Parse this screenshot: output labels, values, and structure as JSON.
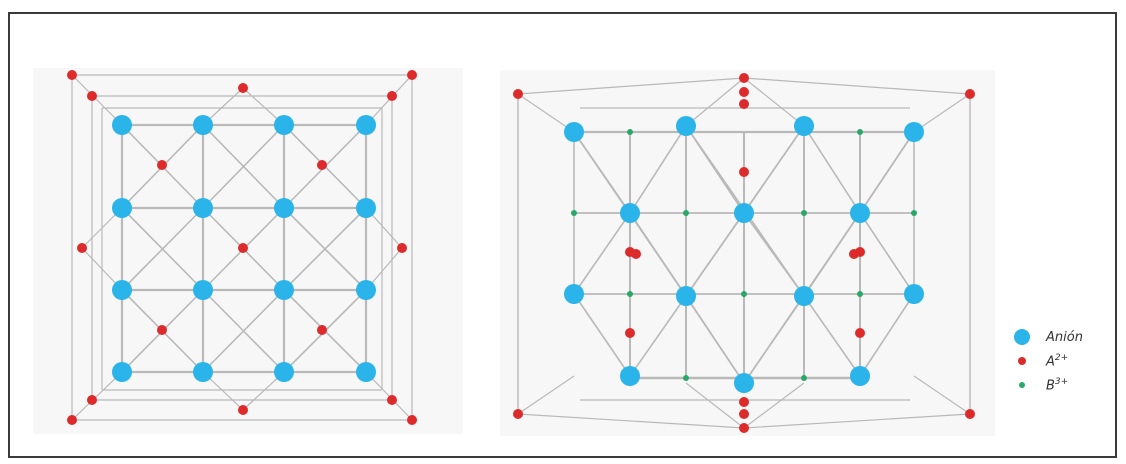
{
  "colors": {
    "anion": "#2ab4ea",
    "a_cation": "#dd2a2a",
    "b_cation": "#2aa86a",
    "bond": "#b9b9b9",
    "frame": "#3a3a3a"
  },
  "legend": [
    {
      "symbol": "anion",
      "label": "Anión",
      "superscript": ""
    },
    {
      "symbol": "a_cation",
      "label": "A",
      "superscript": "2+"
    },
    {
      "symbol": "b_cation",
      "label": "B",
      "superscript": "3+"
    }
  ]
}
